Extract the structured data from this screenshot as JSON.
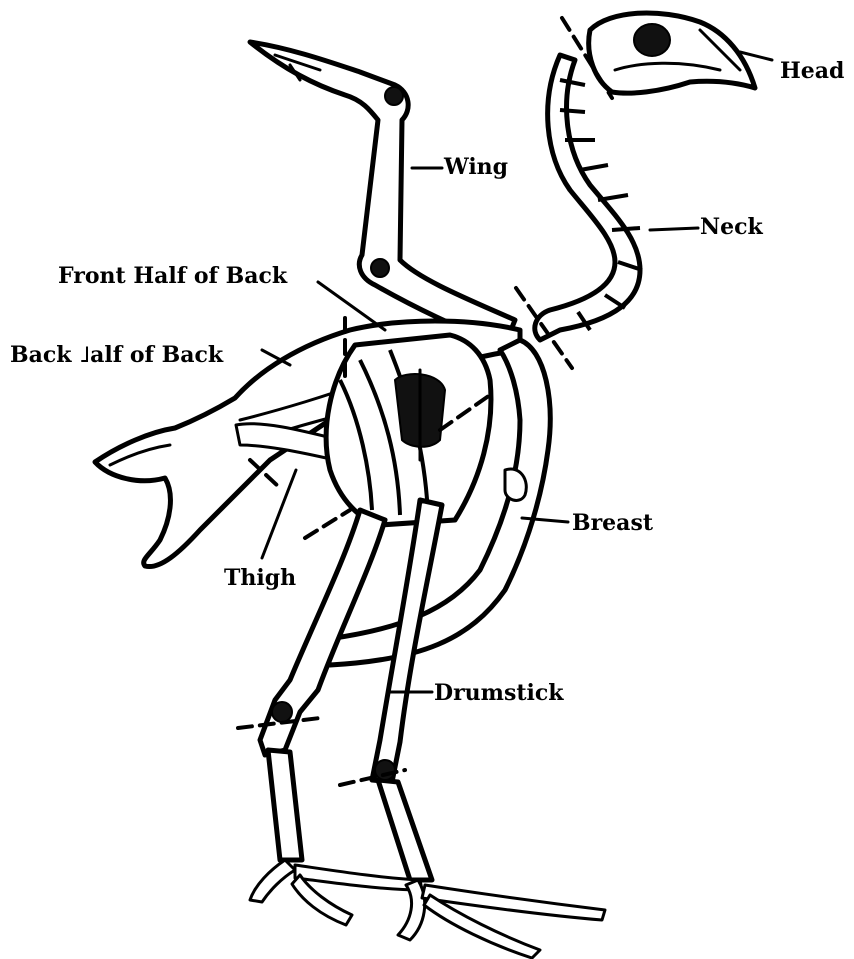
{
  "labels": {
    "head": "Head",
    "wing": "Wing",
    "neck": "Neck",
    "front_half_of_back": "Front Half of Back",
    "back_half_of_back": "Back ˩alf of Back",
    "breast": "Breast",
    "thigh": "Thigh",
    "drumstick": "Drumstick"
  }
}
